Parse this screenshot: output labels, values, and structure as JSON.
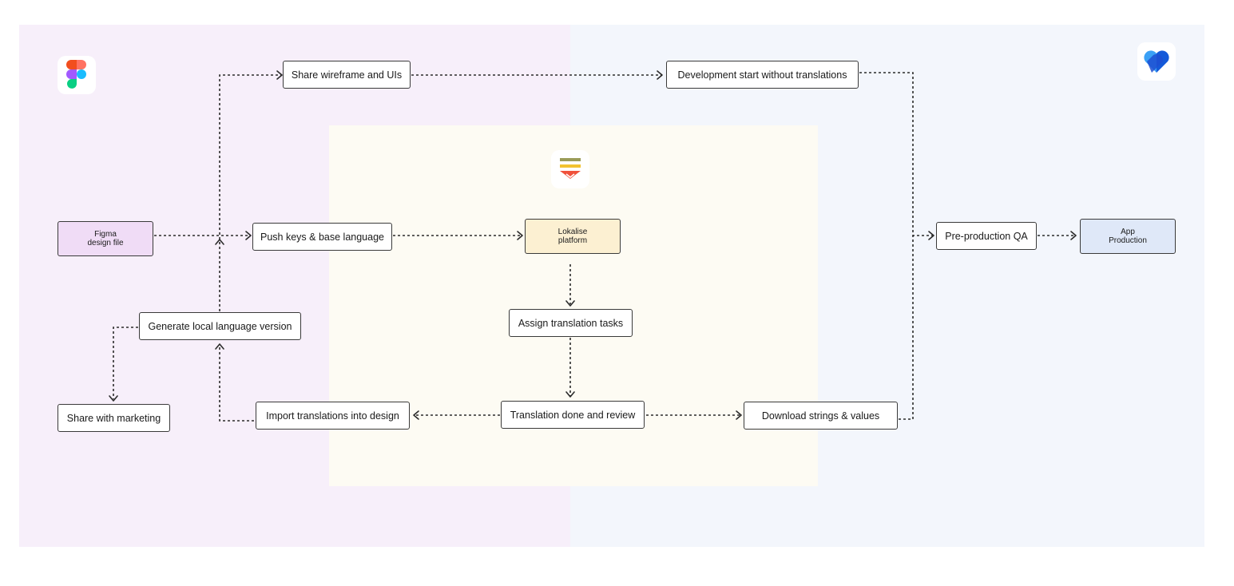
{
  "nodes": {
    "figma_file": "Figma\ndesign file",
    "share_wireframe": "Share wireframe and UIs",
    "development": "Development start without translations",
    "push_keys": "Push keys & base language",
    "lokalise_platform": "Lokalise\nplatform",
    "pre_production_qa": "Pre-production QA",
    "app_production": "App\nProduction",
    "generate_local": "Generate local language version",
    "assign_tasks": "Assign translation tasks",
    "share_marketing": "Share with marketing",
    "import_translations": "Import translations into design",
    "translation_done": "Translation done and review",
    "download_strings": "Download strings & values"
  },
  "colors": {
    "design_region": "#f7effa",
    "dev_region": "#f3f6fc",
    "lokalise_region": "#fdfbf3",
    "figma_file_fill": "#f0dcf6",
    "lokalise_fill": "#fcf0d2",
    "app_fill": "#dfe8f8",
    "connector": "#2b2b2b"
  },
  "icons": {
    "design_tool": "figma-logo-icon",
    "localization_tool": "lokalise-logo-icon",
    "dev_tool": "heart-logo-icon"
  }
}
